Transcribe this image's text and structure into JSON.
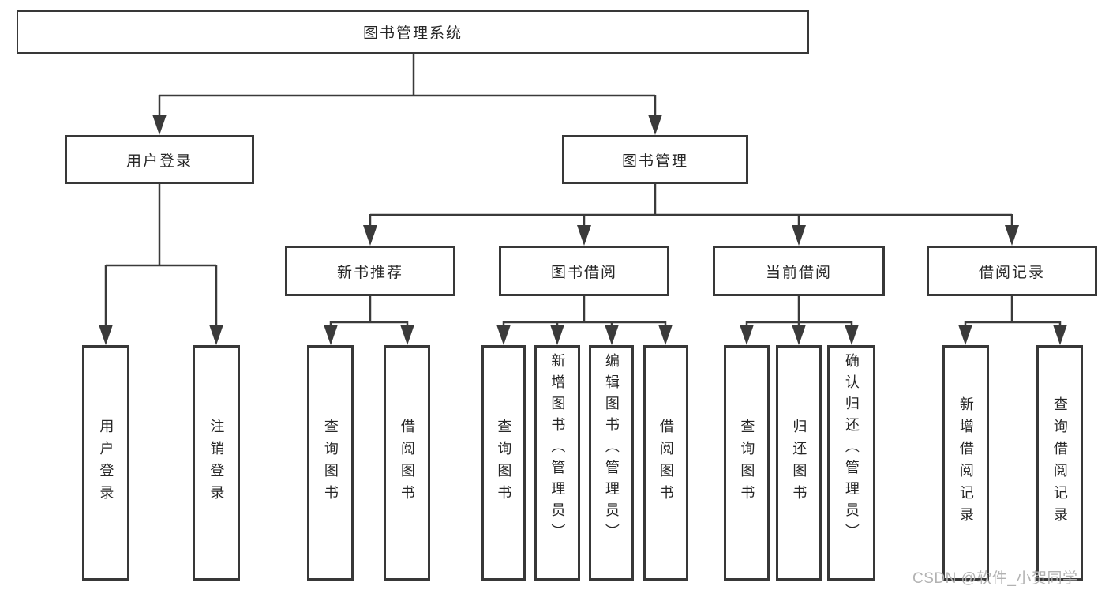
{
  "diagram_type": "hierarchy-tree",
  "colors": {
    "line": "#3a3a3a",
    "box_border": "#383838",
    "text": "#262626",
    "watermark": "#b2b2b2",
    "background": "#ffffff"
  },
  "tree": {
    "label": "图书管理系统",
    "children": [
      {
        "label": "用户登录",
        "children": [
          {
            "label": "用户登录"
          },
          {
            "label": "注销登录"
          }
        ]
      },
      {
        "label": "图书管理",
        "children": [
          {
            "label": "新书推荐",
            "children": [
              {
                "label": "查询图书"
              },
              {
                "label": "借阅图书"
              }
            ]
          },
          {
            "label": "图书借阅",
            "children": [
              {
                "label": "查询图书"
              },
              {
                "label": "新增图书（管理员）"
              },
              {
                "label": "编辑图书（管理员）"
              },
              {
                "label": "借阅图书"
              }
            ]
          },
          {
            "label": "当前借阅",
            "children": [
              {
                "label": "查询图书"
              },
              {
                "label": "归还图书"
              },
              {
                "label": "确认归还（管理员）"
              }
            ]
          },
          {
            "label": "借阅记录",
            "children": [
              {
                "label": "新增借阅记录"
              },
              {
                "label": "查询借阅记录"
              }
            ]
          }
        ]
      }
    ]
  },
  "watermark": "CSDN @软件_小贺同学"
}
